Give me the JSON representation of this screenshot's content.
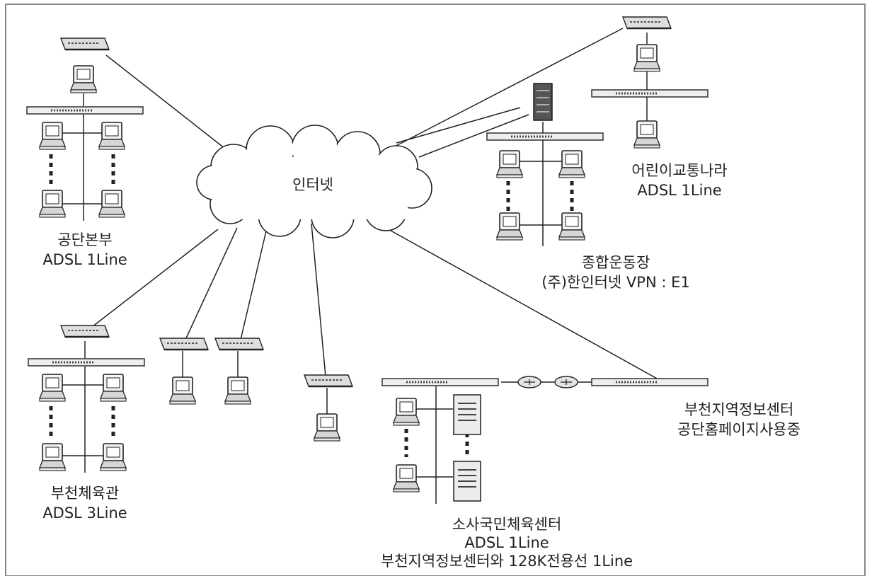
{
  "cloud": {
    "label": "인터넷"
  },
  "sites": {
    "hq": {
      "name": "공단본부",
      "line": "ADSL 1Line"
    },
    "stadium": {
      "name": "종합운동장",
      "line": "(주)한인터넷 VPN : E1"
    },
    "traffic": {
      "name": "어린이교통나라",
      "line": "ADSL 1Line"
    },
    "gym": {
      "name": "부천체육관",
      "line": "ADSL 3Line"
    },
    "info_center": {
      "name": "부천지역정보센터",
      "line": "공단홈페이지사용중"
    },
    "sosa": {
      "name": "소사국민체육센터",
      "line": "ADSL 1Line",
      "extra": "부천지역정보센터와 128K전용선 1Line"
    }
  }
}
